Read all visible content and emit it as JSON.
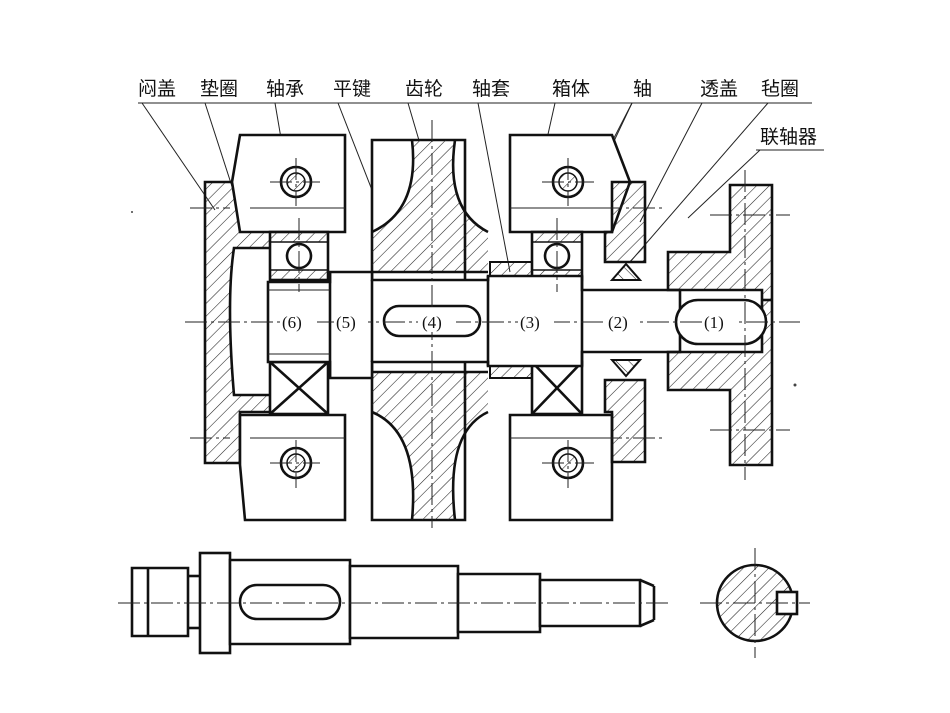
{
  "callouts": {
    "closed_cover": "闷盖",
    "gasket": "垫圈",
    "bearing": "轴承",
    "flat_key": "平键",
    "gear": "齿轮",
    "sleeve": "轴套",
    "housing": "箱体",
    "shaft": "轴",
    "open_cover": "透盖",
    "felt_ring": "毡圈",
    "coupling": "联轴器"
  },
  "segments": {
    "s1": "(1)",
    "s2": "(2)",
    "s3": "(3)",
    "s4": "(4)",
    "s5": "(5)",
    "s6": "(6)"
  }
}
